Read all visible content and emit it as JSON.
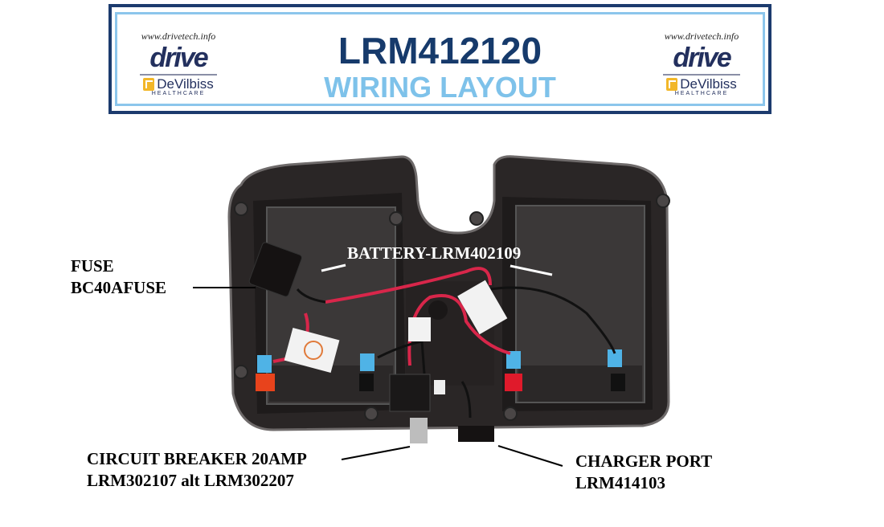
{
  "header": {
    "title": "LRM412120",
    "subtitle": "WIRING LAYOUT",
    "logo_left": {
      "url": "www.drivetech.info",
      "brand": "drive",
      "sub_brand": "DeVilbiss",
      "sub_brand_tag": "HEALTHCARE"
    },
    "logo_right": {
      "url": "www.drivetech.info",
      "brand": "drive",
      "sub_brand": "DeVilbiss",
      "sub_brand_tag": "HEALTHCARE"
    }
  },
  "labels": {
    "fuse": {
      "line1": "FUSE",
      "line2": "BC40AFUSE"
    },
    "battery": "BATTERY-LRM402109",
    "circuit_breaker": {
      "line1": "CIRCUIT BREAKER 20AMP",
      "line2": "LRM302107 alt LRM302207"
    },
    "charger_port": {
      "line1": "CHARGER PORT",
      "line2": "LRM414103"
    }
  },
  "colors": {
    "navy": "#1c3b6e",
    "light_blue": "#7ec2ea",
    "wire_red": "#d8264a"
  }
}
